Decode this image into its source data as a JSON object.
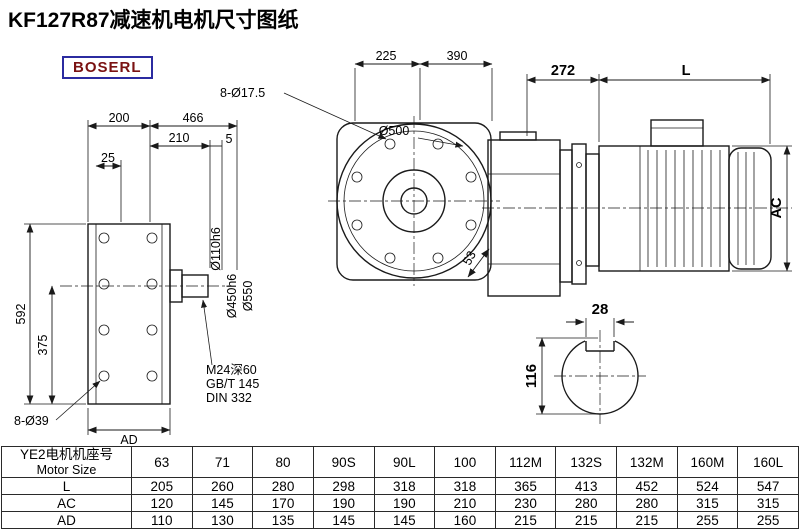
{
  "page": {
    "title": "KF127R87减速机电机尺寸图纸",
    "brand": "BOSERL",
    "brand_text_color": "#7a1212",
    "brand_border_color": "#2b2ba0",
    "line_color": "#1a1a1a"
  },
  "views": {
    "left": {
      "dim_200": "200",
      "dim_466": "466",
      "dim_210": "210",
      "dim_5": "5",
      "dim_25": "25",
      "dim_592": "592",
      "dim_375": "375",
      "holes_label": "8-Ø39",
      "dim_ad": "AD",
      "thread_line1": "M24深60",
      "thread_line2": "GB/T 145",
      "thread_line3": "DIN 332",
      "dia_shaft": "Ø110h6",
      "dia_spigot": "Ø450h6",
      "dia_flange": "Ø550"
    },
    "front": {
      "holes_label": "8-Ø17.5",
      "dia_500": "Ø500",
      "dim_225": "225",
      "dim_390": "390",
      "dim_53": "53"
    },
    "side": {
      "dim_272": "272",
      "dim_L": "L",
      "dim_AC": "AC"
    },
    "shaft_section": {
      "dim_28": "28",
      "dim_116": "116"
    }
  },
  "table": {
    "header_cn": "YE2电机机座号",
    "header_en": "Motor Size",
    "sizes": [
      "63",
      "71",
      "80",
      "90S",
      "90L",
      "100",
      "112M",
      "132S",
      "132M",
      "160M",
      "160L"
    ],
    "rows": [
      {
        "label": "L",
        "values": [
          "205",
          "260",
          "280",
          "298",
          "318",
          "318",
          "365",
          "413",
          "452",
          "524",
          "547"
        ]
      },
      {
        "label": "AC",
        "values": [
          "120",
          "145",
          "170",
          "190",
          "190",
          "210",
          "230",
          "280",
          "280",
          "315",
          "315"
        ]
      },
      {
        "label": "AD",
        "values": [
          "110",
          "130",
          "135",
          "145",
          "145",
          "160",
          "215",
          "215",
          "215",
          "255",
          "255"
        ]
      }
    ]
  }
}
